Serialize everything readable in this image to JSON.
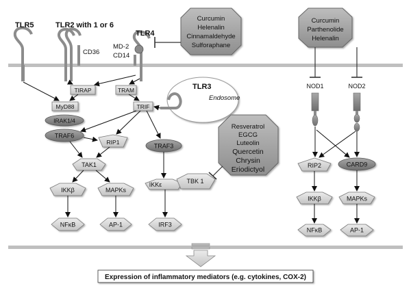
{
  "receptors": {
    "tlr5": "TLR5",
    "tlr2": "TLR2 with 1 or 6",
    "tlr4": "TLR4",
    "cd36": "CD36",
    "md2": "MD-2",
    "cd14": "CD14",
    "tlr3": "TLR3",
    "endosome": "Endosome",
    "nod1": "NOD1",
    "nod2": "NOD2"
  },
  "inhibitors": {
    "tlr4_group": [
      "Curcumin",
      "Helenalin",
      "Cinnamaldehyde",
      "Sulforaphane"
    ],
    "nod_group": [
      "Curcumin",
      "Parthenolide",
      "Helenalin"
    ],
    "tbk1_group": [
      "Resveratrol",
      "EGCG",
      "Luteolin",
      "Quercetin",
      "Chrysin",
      "Eriodictyol"
    ]
  },
  "adaptors": {
    "tirap": "TIRAP",
    "tram": "TRAM",
    "trif": "TRIF",
    "myd88": "MyD88"
  },
  "signaling": {
    "irak": "IRAK1/4",
    "traf6": "TRAF6",
    "rip1": "RIP1",
    "traf3": "TRAF3",
    "tak1": "TAK1",
    "ikkb_left": "IKKβ",
    "mapks_left": "MAPKs",
    "ikke": "IKKε",
    "tbk1": "TBK 1",
    "nfkb_left": "NFκB",
    "ap1_left": "AP-1",
    "irf3": "IRF3",
    "rip2": "RIP2",
    "card9": "CARD9",
    "ikkb_right": "IKKβ",
    "mapks_right": "MAPKs",
    "nfkb_right": "NFκB",
    "ap1_right": "AP-1"
  },
  "outcome": "Expression of inflammatory mediators (e.g. cytokines, COX-2)",
  "colors": {
    "membrane": "#bfbfbf",
    "receptor": "#8c8c8c",
    "node_fill": "#d4d4d4",
    "dark_node": "#8a8a8a",
    "octagon": "#a3a3a3"
  }
}
